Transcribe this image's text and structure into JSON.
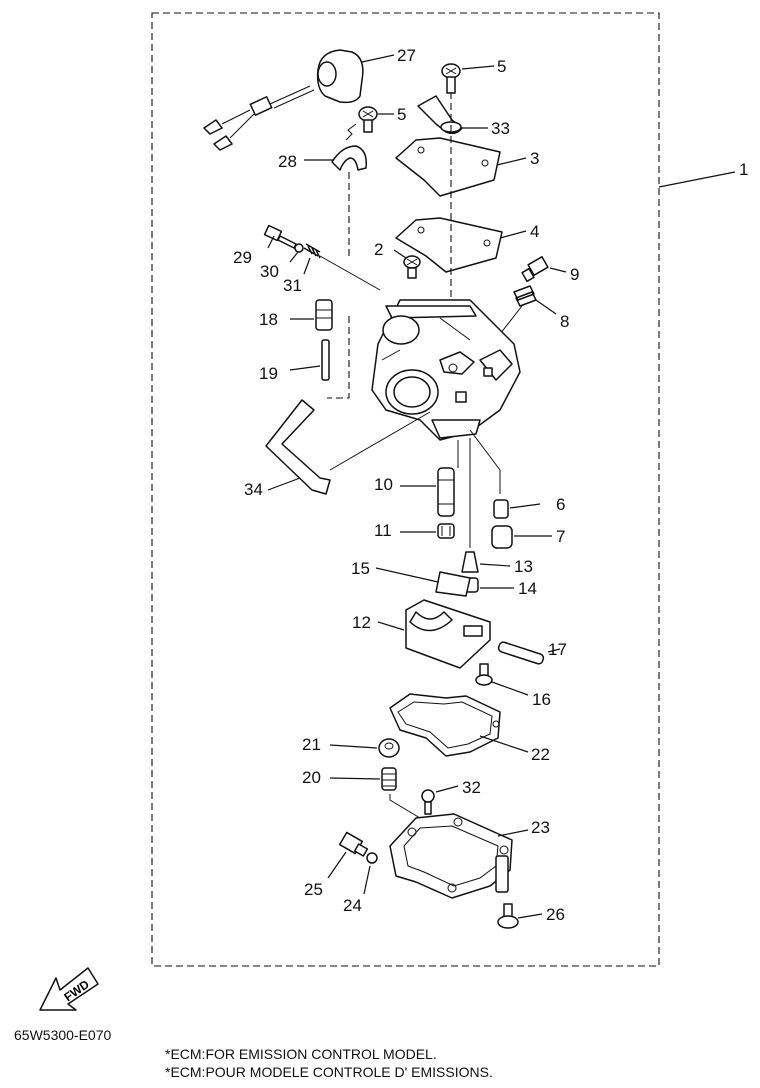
{
  "diagram_id": "65W5300-E070",
  "notes": [
    "*ECM:FOR EMISSION CONTROL MODEL.",
    "*ECM:POUR MODELE CONTROLE D' EMISSIONS."
  ],
  "fwd_label": "FWD",
  "callouts": {
    "c1": "1",
    "c2": "2",
    "c3": "3",
    "c4": "4",
    "c5a": "5",
    "c5b": "5",
    "c6": "6",
    "c7": "7",
    "c8": "8",
    "c9": "9",
    "c10": "10",
    "c11": "11",
    "c12": "12",
    "c13": "13",
    "c14": "14",
    "c15": "15",
    "c16": "16",
    "c17": "17",
    "c18": "18",
    "c19": "19",
    "c20": "20",
    "c21": "21",
    "c22": "22",
    "c23": "23",
    "c24": "24",
    "c25": "25",
    "c26": "26",
    "c27": "27",
    "c28": "28",
    "c29": "29",
    "c30": "30",
    "c31": "31",
    "c32": "32",
    "c33": "33",
    "c34": "34"
  }
}
